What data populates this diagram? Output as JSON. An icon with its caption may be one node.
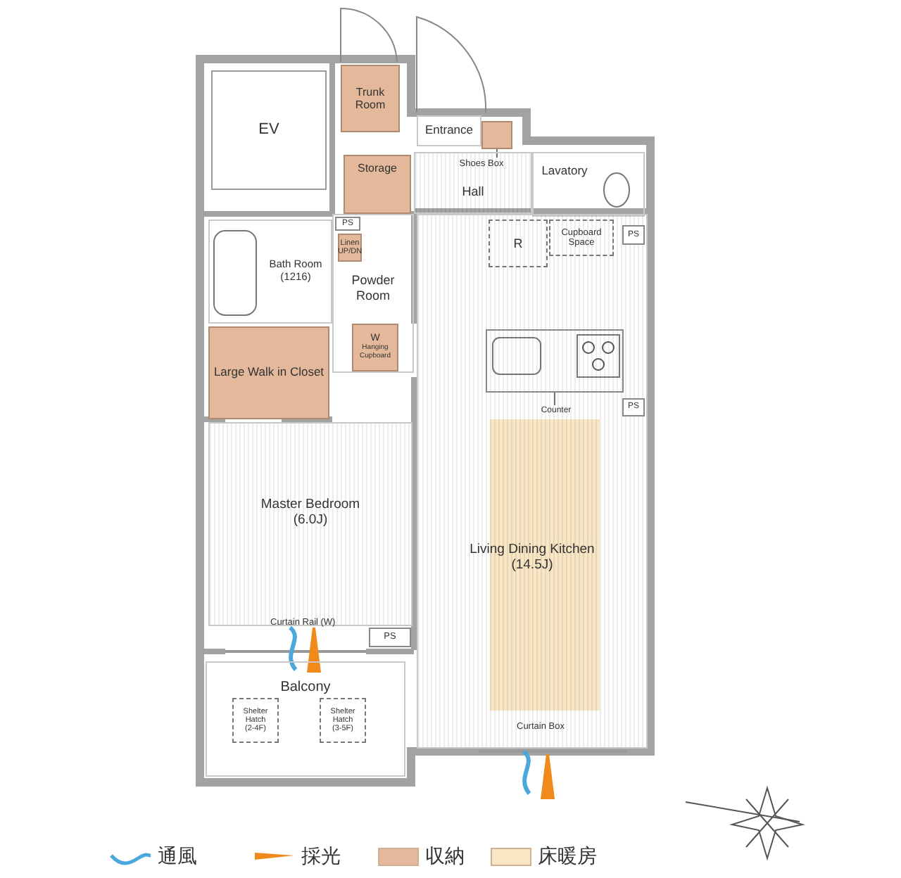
{
  "diagram": {
    "nodes": [
      {
        "text": [
          "EV"
        ]
      },
      {
        "text": [
          "Trunk Room"
        ]
      },
      {
        "text": [
          "Entrance"
        ]
      },
      {
        "text": [
          "Storage"
        ]
      },
      {
        "text": [
          "Hall"
        ]
      },
      {
        "text": [
          "Shoes Box"
        ],
        "in": 4
      },
      {
        "text": [
          "Lavatory"
        ]
      },
      {
        "text": [
          "Powder Room"
        ]
      },
      {
        "text": [
          "PS"
        ],
        "in": 7
      },
      {
        "text": [
          "Linen UP/DN"
        ],
        "in": 7
      },
      {
        "text": [
          "W",
          "Hanging Cupboard"
        ],
        "in": 7
      },
      {
        "text": [
          "Bath Room",
          "(1216)"
        ]
      },
      {
        "text": [
          "Large Walk in Closet"
        ]
      },
      {
        "text": [
          "Living Dining Kitchen",
          "(14.5J)"
        ]
      },
      {
        "text": [
          "R"
        ],
        "in": 13
      },
      {
        "text": [
          "Cupboard Space"
        ],
        "in": 13
      },
      {
        "text": [
          "PS"
        ],
        "in": 13
      },
      {
        "text": [
          "Counter"
        ],
        "in": 13
      },
      {
        "text": [
          "PS"
        ],
        "in": 13
      },
      {
        "text": [
          "Master Bedroom",
          "(6.0J)"
        ]
      },
      {
        "text": [
          "PS"
        ]
      },
      {
        "text": [
          "Balcony"
        ]
      },
      {
        "text": [
          "Shelter Hatch",
          "(2-4F)"
        ],
        "in": 21
      },
      {
        "text": [
          "Shelter Hatch",
          "(3-5F)"
        ],
        "in": 21
      },
      {
        "text": [],
        "shape": "box",
        "in": 13
      },
      {
        "text": [],
        "shape": "box"
      }
    ],
    "edges": [
      {
        "from": 5,
        "to": 25,
        "arrow": "none"
      },
      {
        "from": 17,
        "to": 24,
        "arrow": "none"
      }
    ],
    "labels": [
      "Curtain Rail (W)",
      "Curtain Box"
    ],
    "legend": [
      {
        "text": "通風"
      },
      {
        "text": "採光"
      },
      {
        "text": "収納",
        "color": "#e3b89b"
      },
      {
        "text": "床暖房",
        "color": "#f9e6c4"
      }
    ]
  }
}
